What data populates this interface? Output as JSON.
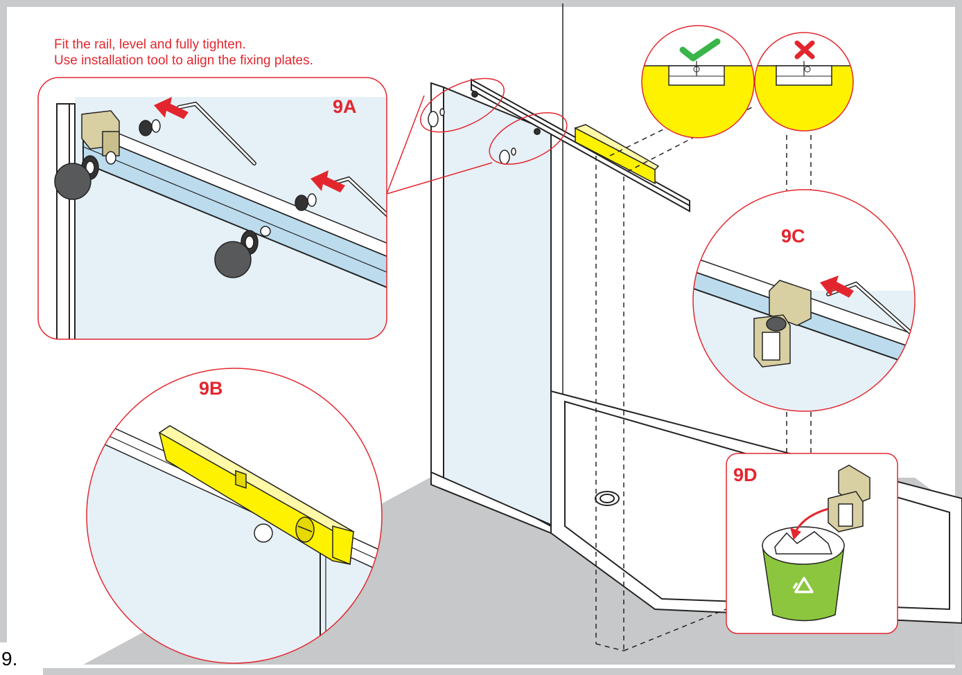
{
  "instructions": {
    "line1": "Fit the rail, level and fully tighten.",
    "line2": "Use installation tool to align the fixing plates."
  },
  "details": {
    "a": "9A",
    "b": "9B",
    "c": "9C",
    "d": "9D"
  },
  "step_number": "9.",
  "colors": {
    "accent_red": "#e3262e",
    "frame_grey": "#c8cacb",
    "floor_grey": "#c6c8c9",
    "glass_blue": "#e6f0f7",
    "rail_blue": "#bcdcee",
    "level_yellow": "#fff200",
    "bracket_tan": "#d8cfa2",
    "check_green": "#39b54a",
    "bin_green": "#8cc63f"
  },
  "icons": [
    "check-icon",
    "cross-icon",
    "recycle-icon",
    "arrow-icon"
  ]
}
